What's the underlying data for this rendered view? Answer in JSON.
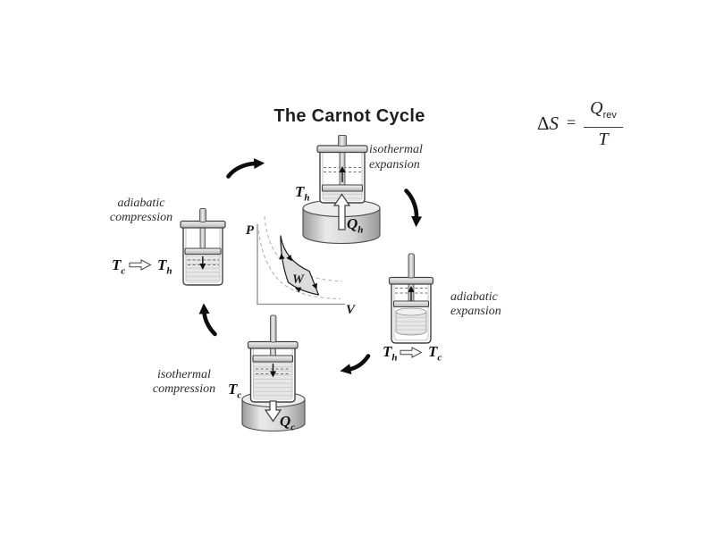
{
  "title": "The Carnot Cycle",
  "equation": {
    "delta": "Δ",
    "entropy_symbol": "S",
    "equals": "=",
    "numerator_symbol": "Q",
    "numerator_subscript": "rev",
    "denominator_symbol": "T"
  },
  "labels": {
    "T": "T",
    "Q": "Q",
    "h": "h",
    "c": "c"
  },
  "pv_diagram": {
    "pressure_axis": "P",
    "volume_axis": "V",
    "work": "W"
  },
  "stages": {
    "isothermal_expansion": {
      "caption_line1": "isothermal",
      "caption_line2": "expansion",
      "reservoir_temp_sub": "h",
      "heat_sub": "h"
    },
    "adiabatic_expansion": {
      "caption_line1": "adiabatic",
      "caption_line2": "expansion",
      "temp_from_sub": "h",
      "temp_to_sub": "c"
    },
    "isothermal_compression": {
      "caption_line1": "isothermal",
      "caption_line2": "compression",
      "reservoir_temp_sub": "c",
      "heat_sub": "c"
    },
    "adiabatic_compression": {
      "caption_line1": "adiabatic",
      "caption_line2": "compression",
      "temp_from_sub": "c",
      "temp_to_sub": "h"
    }
  },
  "colors": {
    "background": "#ffffff",
    "ink": "#1a1a1a",
    "metal_gray": "#d6d6d6",
    "gas_gray": "#e7e7e7",
    "reservoir_gray": "#c9c9c9",
    "cycle_fill": "#dcdcdc"
  }
}
